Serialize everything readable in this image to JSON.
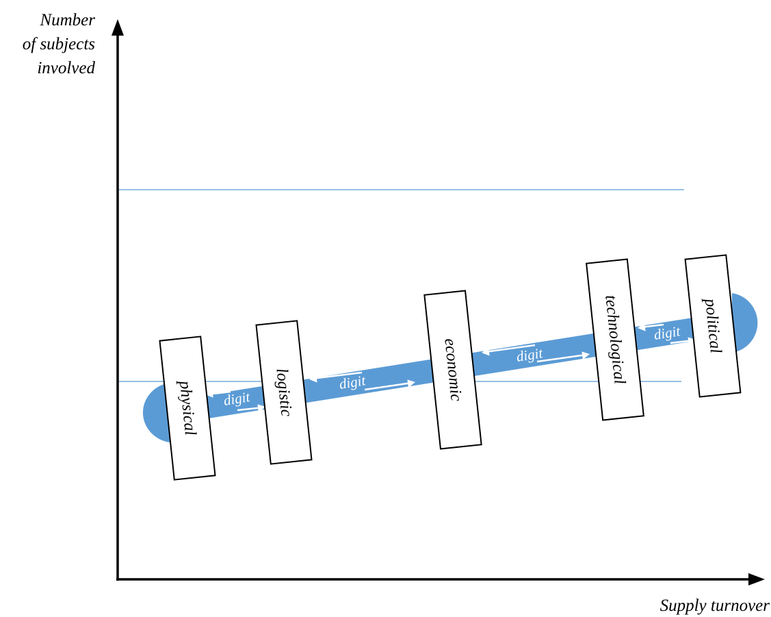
{
  "axes": {
    "y_label_lines": [
      "Number",
      "of subjects",
      "involved"
    ],
    "x_label": "Supply turnover"
  },
  "stages": [
    "physical",
    "logistic",
    "economic",
    "technological",
    "political"
  ],
  "connectors": [
    "digit",
    "digit",
    "digit",
    "digit"
  ],
  "colors": {
    "band": "#5B9BD5",
    "reference_line": "#5B9BD5",
    "axis": "#000000",
    "box_fill": "#ffffff",
    "box_stroke": "#000000",
    "arrow": "#ffffff"
  }
}
